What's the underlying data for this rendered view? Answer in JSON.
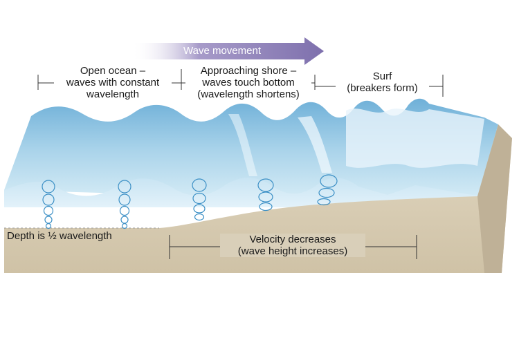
{
  "header": {
    "arrow_label": "Wave movement"
  },
  "zones": [
    {
      "line1": "Open ocean –",
      "line2": "waves with constant",
      "line3": "wavelength"
    },
    {
      "line1": "Approaching shore –",
      "line2": "waves touch bottom",
      "line3": "(wavelength shortens)"
    },
    {
      "line1": "Surf",
      "line2": "(breakers form)"
    }
  ],
  "depth_label": "Depth is ½ wavelength",
  "velocity": {
    "line1": "Velocity decreases",
    "line2": "(wave height increases)"
  },
  "colors": {
    "arrow": "#8c7fb4",
    "water": "#a8d4ea",
    "water_dark": "#7bb7d9",
    "sand": "#d8cdb5",
    "sand_side": "#b9ab8f"
  }
}
